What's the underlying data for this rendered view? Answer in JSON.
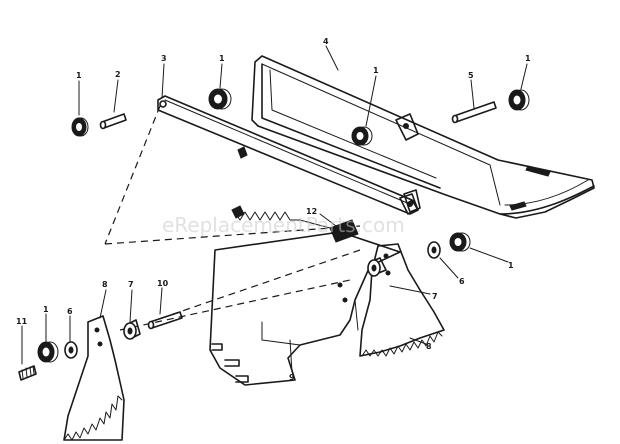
{
  "watermark": "eReplacementParts.com",
  "callouts": {
    "c1a": "1",
    "c2": "2",
    "c3": "3",
    "c1b": "1",
    "c4": "4",
    "c1c": "1",
    "c5": "5",
    "c1d": "1",
    "c12": "12",
    "c1e": "1",
    "c6a": "6",
    "c7a": "7",
    "c8a": "8",
    "c7b": "7",
    "c10": "10",
    "c8b": "8",
    "c9": "9",
    "c11": "11",
    "c1f": "1",
    "c6b": "6"
  },
  "colors": {
    "ink": "#1a1a1a",
    "paper": "#ffffff",
    "watermark": "#c8c8c8"
  }
}
